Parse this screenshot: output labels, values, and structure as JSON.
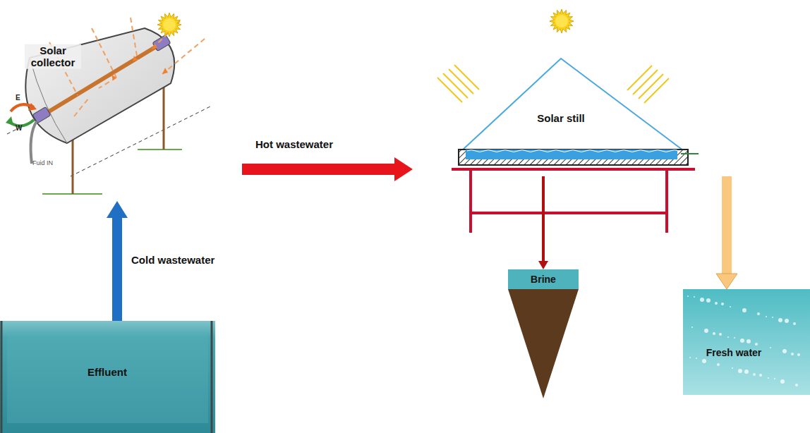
{
  "diagram": {
    "nodes": [
      {
        "text": [
          "Solar collector"
        ]
      },
      {
        "text": [
          "Solar still"
        ]
      },
      {
        "text": [
          "Effluent"
        ]
      },
      {
        "text": [
          "Brine"
        ]
      },
      {
        "text": [
          "Fresh water"
        ]
      }
    ],
    "edges": [
      {
        "from": 2,
        "to": 0,
        "arrow": "to",
        "label": "Cold wastewater"
      },
      {
        "from": 0,
        "to": 1,
        "arrow": "to",
        "label": "Hot wastewater"
      },
      {
        "from": 1,
        "to": 3,
        "arrow": "to"
      },
      {
        "from": 1,
        "to": 4,
        "arrow": "to"
      }
    ],
    "labels": [
      "E",
      "W",
      "Fuid IN"
    ]
  }
}
